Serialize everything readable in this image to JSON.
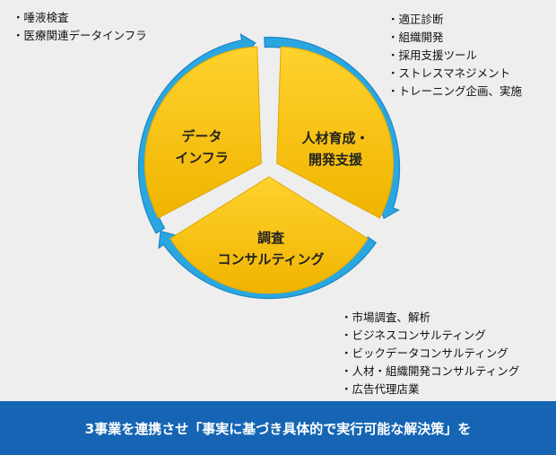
{
  "segments": [
    {
      "id": "data",
      "label_lines": [
        "データ",
        "インフラ"
      ],
      "items": [
        "唾液検査",
        "医療関連データインフラ"
      ]
    },
    {
      "id": "hr",
      "label_lines": [
        "人材育成・",
        "開発支援"
      ],
      "items": [
        "適正診断",
        "組織開発",
        "採用支援ツール",
        "ストレスマネジメント",
        "トレーニング企画、実施"
      ]
    },
    {
      "id": "consult",
      "label_lines": [
        "調査",
        "コンサルティング"
      ],
      "items": [
        "市場調査、解析",
        "ビジネスコンサルティング",
        "ビックデータコンサルティング",
        "人材・組織開発コンサルティング",
        "広告代理店業"
      ]
    }
  ],
  "banner": "3事業を連携させ「事実に基づき具体的で実行可能な解決策」を",
  "colors": {
    "segment": "#f5bc00",
    "arrow": "#2aa7e0",
    "arrow_edge": "#1b86c4",
    "banner": "#1565b4"
  }
}
